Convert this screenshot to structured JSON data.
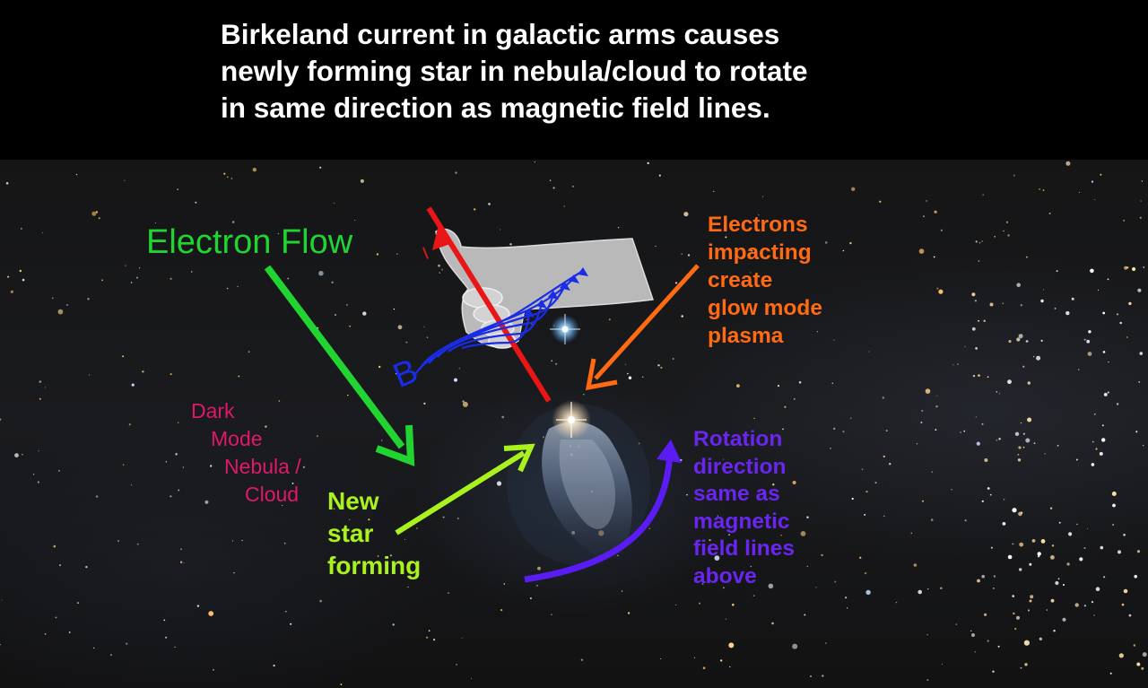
{
  "title": {
    "lines": [
      "Birkeland current in galactic arms causes",
      "newly forming star in nebula/cloud to rotate",
      "in same direction as magnetic field lines."
    ]
  },
  "labels": {
    "electron_flow": "Electron Flow",
    "electrons_impacting": [
      "Electrons",
      "impacting",
      "create",
      "glow mode",
      "plasma"
    ],
    "dark_mode": [
      "Dark",
      "Mode",
      "Nebula /",
      "Cloud"
    ],
    "new_star": [
      "New",
      "star",
      "forming"
    ],
    "rotation": [
      "Rotation",
      "direction",
      "same as",
      "magnetic",
      "field lines",
      "above"
    ],
    "b": "B",
    "i": "I"
  },
  "colors": {
    "electron_flow": "#22d431",
    "electrons_impacting": "#ff6a12",
    "dark_mode": "#e0186a",
    "new_star": "#aaf21e",
    "rotation": "#6a26f0",
    "magnetic_field": "#1a2ce6",
    "current": "#e01818"
  }
}
